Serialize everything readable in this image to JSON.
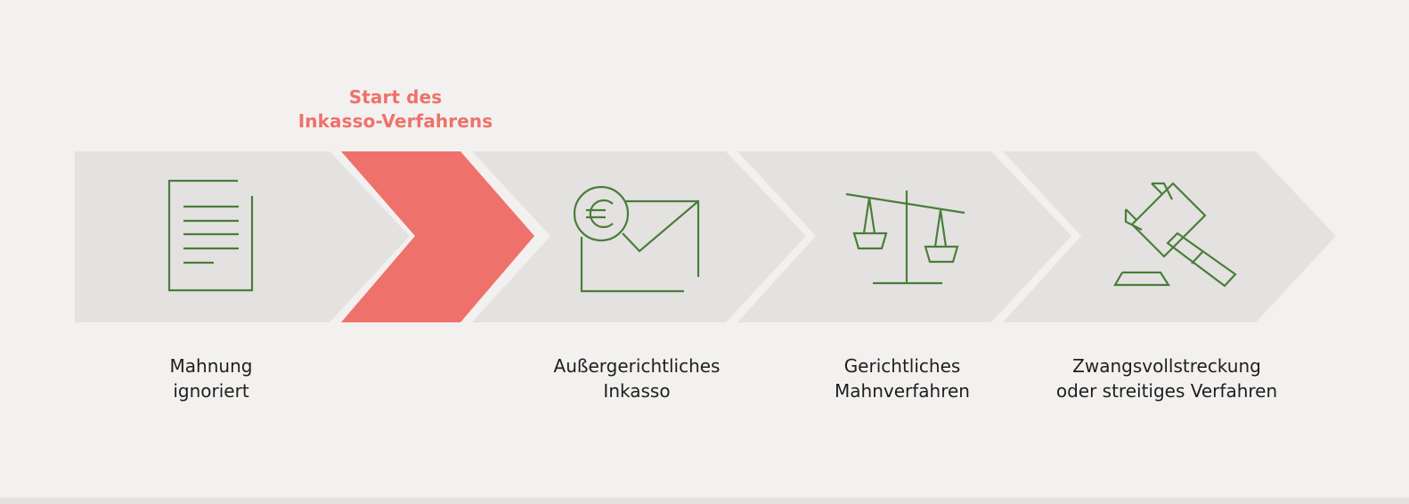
{
  "highlight": {
    "line1": "Start des",
    "line2": "Inkasso-Verfahrens",
    "color": "#ef716b"
  },
  "colors": {
    "background": "#f3f1ef",
    "arrow_gray": "#e4e2e0",
    "icon_green": "#4a7d3a",
    "text": "#1e1e1e"
  },
  "steps": [
    {
      "line1": "Mahnung",
      "line2": "ignoriert",
      "icon": "document-icon"
    },
    {
      "line1": "Außergerichtliches",
      "line2": "Inkasso",
      "icon": "euro-envelope-icon"
    },
    {
      "line1": "Gerichtliches",
      "line2": "Mahnverfahren",
      "icon": "scales-icon"
    },
    {
      "line1": "Zwangsvollstreckung",
      "line2": "oder streitiges Verfahren",
      "icon": "gavel-icon"
    }
  ]
}
